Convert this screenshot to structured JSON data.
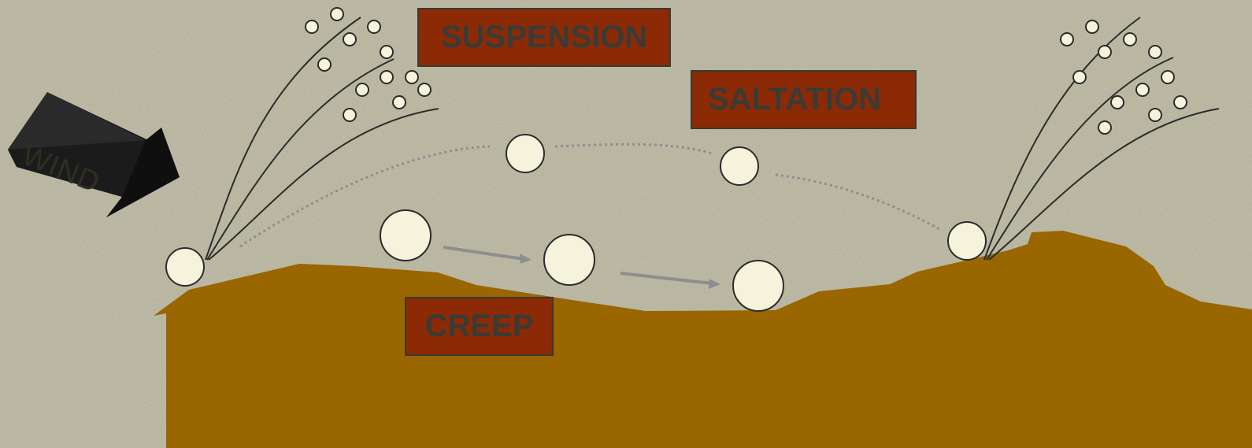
{
  "labels": {
    "suspension": "SUSPENSION",
    "saltation": "SALTATION",
    "creep": "CREEP",
    "wind": "WIND"
  },
  "colors": {
    "background": "#b5b39d",
    "ground": "#996600",
    "label_fill": "#8b2a05",
    "label_text": "#3b3b36",
    "grain_fill": "#f5f3dc",
    "grain_stroke": "#2b2b2b",
    "arrow_dark": "#1c1c1c",
    "trajectory": "#8e8e8e"
  },
  "icons": {
    "wind_arrow": "wind-arrow-icon",
    "creep_arrow": "arrow-right-icon"
  }
}
